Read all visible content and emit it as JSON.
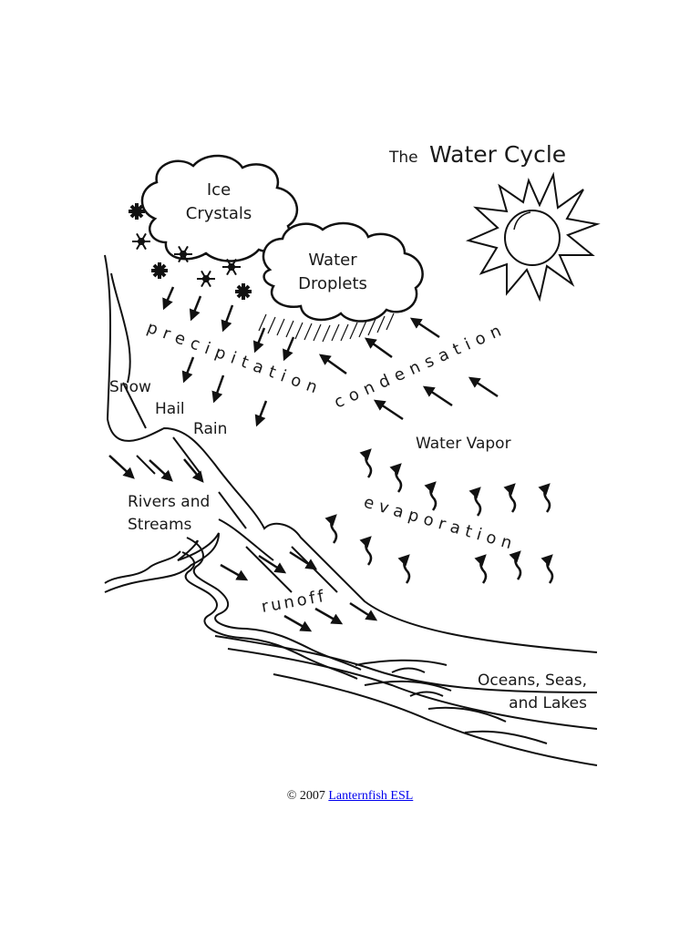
{
  "title": {
    "prefix": "The",
    "main": "Water Cycle"
  },
  "clouds": {
    "ice": [
      "Ice",
      "Crystals"
    ],
    "water": [
      "Water",
      "Droplets"
    ]
  },
  "processes": {
    "precipitation": "precipitation",
    "condensation": "condensation",
    "evaporation": "evaporation",
    "runoff": "runoff"
  },
  "labels": {
    "snow": "Snow",
    "hail": "Hail",
    "rain": "Rain",
    "water_vapor": "Water Vapor",
    "rivers": [
      "Rivers and",
      "Streams"
    ],
    "oceans": [
      "Oceans, Seas,",
      "and Lakes"
    ]
  },
  "footer": {
    "copyright": "© 2007",
    "link_text": "Lanternfish ESL"
  }
}
